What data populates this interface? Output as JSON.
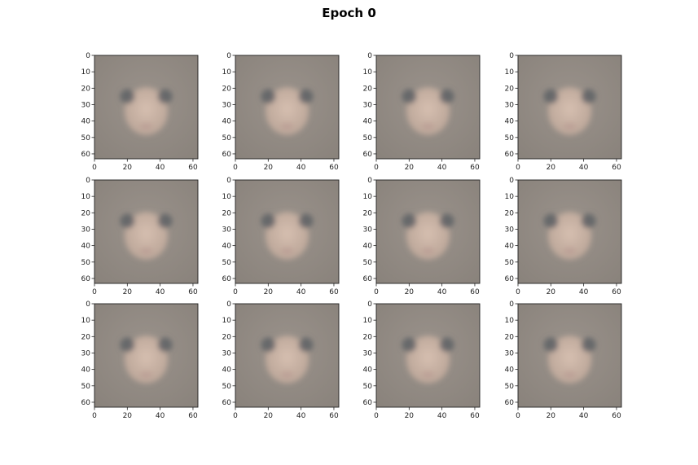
{
  "figure": {
    "title": "Epoch 0"
  },
  "chart_data": {
    "type": "image_grid",
    "title": "Epoch 0",
    "rows": 3,
    "cols": 4,
    "xlim": [
      0,
      63
    ],
    "ylim": [
      63,
      0
    ],
    "x_ticks": [
      0,
      20,
      40,
      60
    ],
    "y_ticks": [
      0,
      10,
      20,
      30,
      40,
      50,
      60
    ],
    "x_tick_labels": [
      "0",
      "20",
      "40",
      "60"
    ],
    "y_tick_labels": [
      "0",
      "10",
      "20",
      "30",
      "40",
      "50",
      "60"
    ],
    "image_size": [
      64,
      64
    ],
    "image_content": "blurry generated face samples",
    "colors": {
      "background": "#8a837c",
      "face": "#d6bfb0",
      "eyes": "#5e6065",
      "axes": "#222222"
    }
  }
}
